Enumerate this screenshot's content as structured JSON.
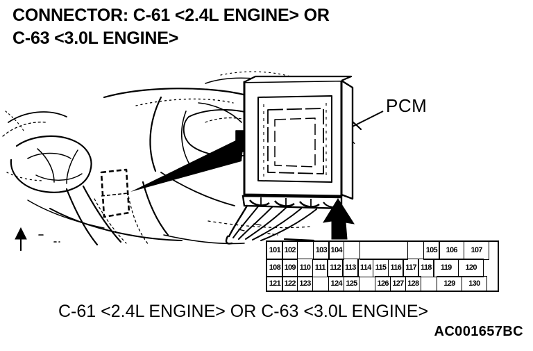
{
  "title": {
    "line1": "CONNECTOR: C-61 <2.4L ENGINE> OR",
    "line2": "C-63 <3.0L ENGINE>"
  },
  "labels": {
    "pcm": "PCM"
  },
  "caption": "C-61 <2.4L ENGINE> OR C-63 <3.0L ENGINE>",
  "part_number": "AC001657BC",
  "colors": {
    "ink": "#000000",
    "paper": "#ffffff"
  },
  "pin_table": {
    "columns": 13,
    "rows": [
      {
        "cells": [
          {
            "label": "101",
            "present": true
          },
          {
            "label": "102",
            "present": true
          },
          {
            "label": "",
            "present": false
          },
          {
            "label": "103",
            "present": true
          },
          {
            "label": "104",
            "present": true
          },
          {
            "label": "",
            "present": false
          },
          {
            "label": "",
            "present": true,
            "keyway": true
          },
          {
            "label": "",
            "present": false
          },
          {
            "label": "105",
            "present": true
          },
          {
            "label": "106",
            "present": true
          },
          {
            "label": "107",
            "present": true
          }
        ]
      },
      {
        "cells": [
          {
            "label": "108",
            "present": true
          },
          {
            "label": "109",
            "present": true
          },
          {
            "label": "110",
            "present": true
          },
          {
            "label": "111",
            "present": true
          },
          {
            "label": "112",
            "present": true
          },
          {
            "label": "113",
            "present": true
          },
          {
            "label": "114",
            "present": true
          },
          {
            "label": "115",
            "present": true
          },
          {
            "label": "116",
            "present": true
          },
          {
            "label": "117",
            "present": true
          },
          {
            "label": "118",
            "present": true
          },
          {
            "label": "119",
            "present": true
          },
          {
            "label": "120",
            "present": true
          }
        ]
      },
      {
        "cells": [
          {
            "label": "121",
            "present": true
          },
          {
            "label": "122",
            "present": true
          },
          {
            "label": "123",
            "present": true
          },
          {
            "label": "",
            "present": false
          },
          {
            "label": "124",
            "present": true
          },
          {
            "label": "125",
            "present": true
          },
          {
            "label": "",
            "present": false
          },
          {
            "label": "126",
            "present": true
          },
          {
            "label": "127",
            "present": true
          },
          {
            "label": "128",
            "present": true
          },
          {
            "label": "",
            "present": false
          },
          {
            "label": "129",
            "present": true
          },
          {
            "label": "130",
            "present": true
          }
        ]
      }
    ]
  }
}
